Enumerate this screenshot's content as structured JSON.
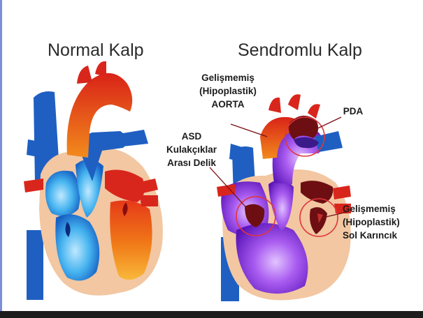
{
  "titles": {
    "normal": "Normal Kalp",
    "syndrome": "Sendromlu Kalp"
  },
  "labels": {
    "hypoplastic_aorta": [
      "Gelişmemiş",
      "(Hipoplastik)",
      "AORTA"
    ],
    "pda": "PDA",
    "asd": [
      "ASD",
      "Kulakçıklar",
      "Arası Delik"
    ],
    "hypoplastic_left_ventricle": [
      "Gelişmemiş",
      "(Hipoplastik)",
      "Sol Karıncık"
    ]
  },
  "colors": {
    "vein_blue": "#1f5fc2",
    "artery_red": "#d9261c",
    "orange": "#f08a1a",
    "muscle": "#f2c7a2",
    "purple": "#8a2be2",
    "dark_red": "#6d0f12",
    "annotation_red": "#e0353b"
  }
}
